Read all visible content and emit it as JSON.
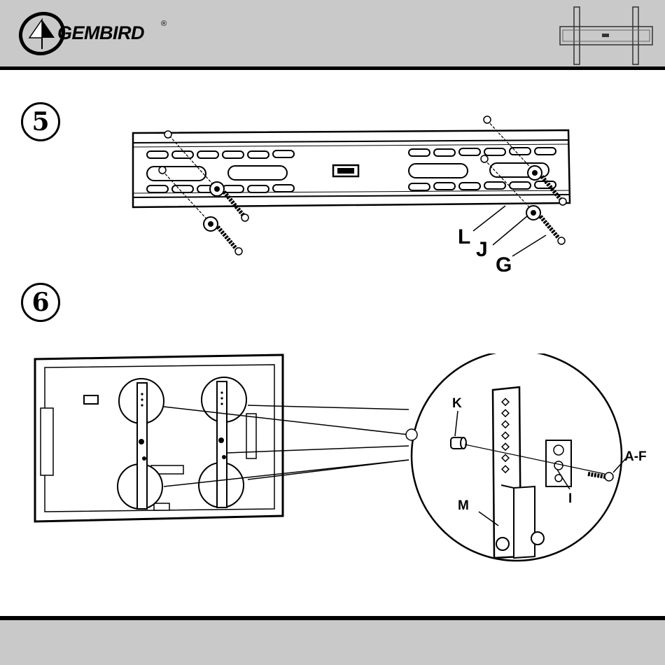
{
  "header": {
    "brand": "GEMBIRD",
    "registered_mark": "®",
    "logo_icon": "gembird-swoosh-icon",
    "product_icon": "wall-mount-thumbnail-icon"
  },
  "steps": [
    {
      "number": "5",
      "callouts": [
        "L",
        "J",
        "G"
      ]
    },
    {
      "number": "6",
      "callouts": [
        "K",
        "A-F",
        "I",
        "M"
      ]
    }
  ],
  "colors": {
    "band": "#c9c9c9",
    "line": "#000000"
  }
}
